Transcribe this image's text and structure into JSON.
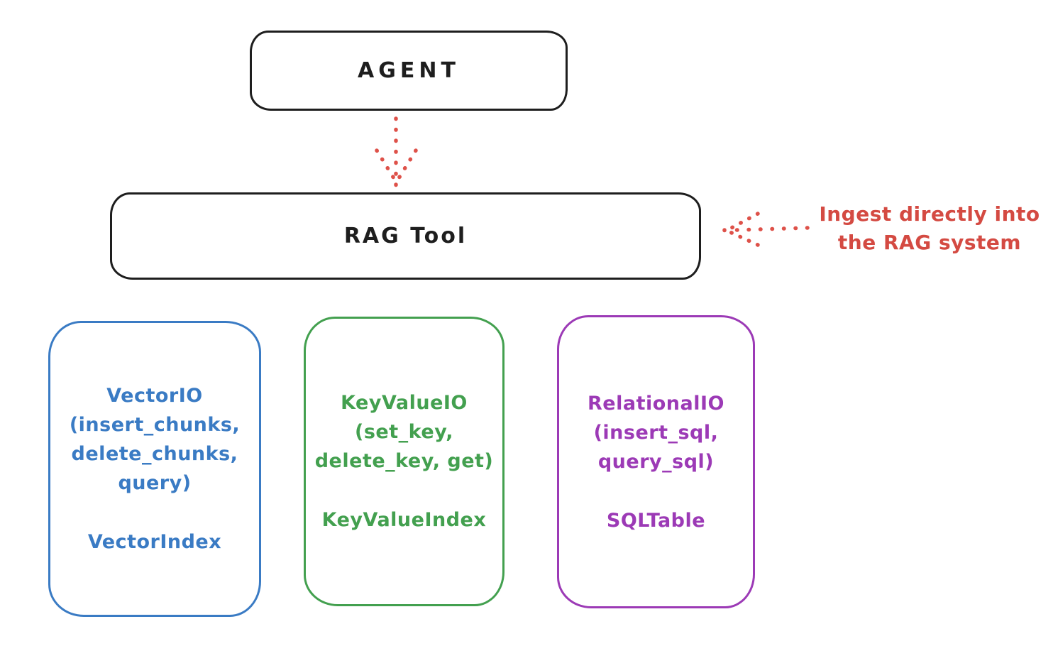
{
  "diagram": {
    "background": "#ffffff",
    "stroke_black": "#1e1e1e",
    "arrow_color": "#de5149",
    "agent": {
      "label": "AGENT"
    },
    "rag_tool": {
      "label": "RAG Tool"
    },
    "backends": [
      {
        "name": "vector-io",
        "color": "#3a7bc4",
        "lines": [
          "VectorIO",
          "(insert_chunks,",
          "delete_chunks,",
          "query)"
        ],
        "index_label": "VectorIndex"
      },
      {
        "name": "keyvalue-io",
        "color": "#43a04f",
        "lines": [
          "KeyValueIO",
          "(set_key,",
          "delete_key, get)"
        ],
        "index_label": "KeyValueIndex"
      },
      {
        "name": "relational-io",
        "color": "#9c3ab6",
        "lines": [
          "RelationalIO",
          "(insert_sql,",
          "query_sql)"
        ],
        "index_label": "SQLTable"
      }
    ],
    "annotation": {
      "color": "#d44a42",
      "lines": [
        "Ingest directly into",
        "the RAG system"
      ]
    }
  }
}
